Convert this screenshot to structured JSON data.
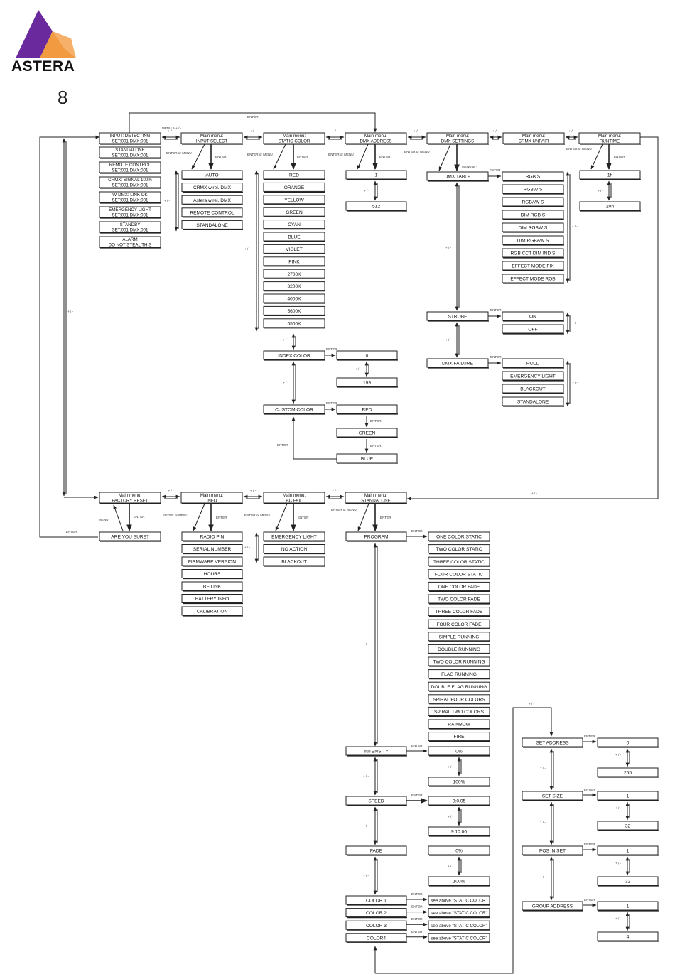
{
  "header": {
    "brand": "ASTERA",
    "page_number": "8"
  },
  "colors": {
    "logo_purple": "#6a2a9e",
    "logo_orange": "#f29a40",
    "logo_orange_light": "#f6b06a",
    "line": "#222222"
  },
  "menus": {
    "input_detecting": [
      "INPUT: DETECTING",
      "SET:001  DMX:001"
    ],
    "input_select": [
      "Main menu:",
      "INPUT SELECT"
    ],
    "static_color": [
      "Main menu:",
      "STATIC COLOR"
    ],
    "dmx_address": [
      "Main menu:",
      "DMX ADDRESS"
    ],
    "dmx_settings": [
      "Main menu:",
      "DMX SETTINGS"
    ],
    "crmx_unpair": [
      "Main menu:",
      "CRMX UNPAIR"
    ],
    "runtime": [
      "Main menu:",
      "RUNTIME"
    ],
    "factory_reset": [
      "Main menu:",
      "FACTORY RESET"
    ],
    "info": [
      "Main menu:",
      "INFO"
    ],
    "ac_fail": [
      "Main menu:",
      "AC FAIL"
    ],
    "standalone": [
      "Main menu:",
      "STANDALONE"
    ]
  },
  "status_screens": [
    [
      "STANDALONE",
      "SET:001  DMX:001"
    ],
    [
      "REMOTE CONTROL",
      "SET:001  DMX:001"
    ],
    [
      "CRMX: SIGNAL 100%",
      "SET:001  DMX:001"
    ],
    [
      "W-DMX: LINK OK",
      "SET:001  DMX:001"
    ],
    [
      "EMERGENCY LIGHT",
      "SET:001  DMX:001"
    ],
    [
      "STANDBY",
      "SET:001  DMX:001"
    ],
    [
      "ALARM",
      "DO NOT STEAL THIS"
    ]
  ],
  "input_options": [
    "AUTO",
    "CRMX wirel. DMX",
    "Astera wirel. DMX",
    "REMOTE CONTROL",
    "STANDALONE"
  ],
  "static_colors": [
    "RED",
    "ORANGE",
    "YELLOW",
    "GREEN",
    "CYAN",
    "BLUE",
    "VIOLET",
    "PINK",
    "2700K",
    "3200K",
    "4000K",
    "5600K",
    "6500K"
  ],
  "index_color": {
    "label": "INDEX COLOR",
    "min": "0",
    "max": "199"
  },
  "custom_color": {
    "label": "CUSTOM COLOR",
    "steps": [
      "RED",
      "GREEN",
      "BLUE"
    ]
  },
  "dmx_address_range": [
    "1",
    "512"
  ],
  "dmx_settings": {
    "dmx_table": "DMX TABLE",
    "modes": [
      "RGB S",
      "RGBW S",
      "RGBAW S",
      "DIM RGB S",
      "DIM RGBW S",
      "DIM RGBAW S",
      "RGB CCT DIM IND S",
      "EFFECT MODE FIX",
      "EFFECT MODE RGB"
    ],
    "strobe": "STROBE",
    "strobe_options": [
      "ON",
      "OFF"
    ],
    "dmx_failure": "DMX FAILURE",
    "failure_options": [
      "HOLD",
      "EMERGENCY LIGHT",
      "BLACKOUT",
      "STANDALONE"
    ]
  },
  "runtime_range": [
    "1h",
    "20h"
  ],
  "factory_reset_confirm": "ARE YOU SURE?",
  "info_items": [
    "RADIO PIN",
    "SERIAL NUMBER",
    "FIRMWARE VERSION",
    "HOURS",
    "RF LINK",
    "BATTERY INFO",
    "CALIBRATION"
  ],
  "ac_fail_options": [
    "EMERGENCY LIGHT",
    "NO ACTION",
    "BLACKOUT"
  ],
  "standalone_menu": {
    "program": "PROGRAM",
    "programs": [
      "ONE COLOR STATIC",
      "TWO COLOR STATIC",
      "THREE COLOR STATIC",
      "FOUR COLOR STATIC",
      "ONE COLOR FADE",
      "TWO COLOR FADE",
      "THREE COLOR FADE",
      "FOUR COLOR FADE",
      "SIMPLE RUNNING",
      "DOUBLE RUNNING",
      "TWO COLOR RUNNING",
      "FLAG RUNNING",
      "DOUBLE FLAG RUNNING",
      "SPIRAL FOUR COLORS",
      "SPIRAL TWO COLORS",
      "RAINBOW",
      "FIRE"
    ],
    "intensity": "INTENSITY",
    "intensity_range": [
      "0%",
      "100%"
    ],
    "speed": "SPEED",
    "speed_range": [
      "0:0.05",
      "9:10.00"
    ],
    "fade": "FADE",
    "fade_range": [
      "0%",
      "100%"
    ],
    "colors": [
      "COLOR 1",
      "COLOR 2",
      "COLOR 3",
      "COLOR4"
    ],
    "see_above": "see above \"STATIC COLOR\""
  },
  "set_group": {
    "set_address": "SET ADDRESS",
    "set_address_range": [
      "0",
      "255"
    ],
    "set_size": "SET SIZE",
    "set_size_range": [
      "1",
      "32"
    ],
    "pos_in_set": "POS IN SET",
    "pos_in_set_range": [
      "1",
      "32"
    ],
    "group_address": "GROUP ADDRESS",
    "group_address_range": [
      "1",
      "4"
    ]
  },
  "connector_labels": {
    "enter": "ENTER",
    "menu": "MENU",
    "enter_or_menu": "ENTER or MENU",
    "plus_minus": "+ / -",
    "menu_plus_minus": "MENU & + / -",
    "menu_or_minus": "MENU or -"
  }
}
